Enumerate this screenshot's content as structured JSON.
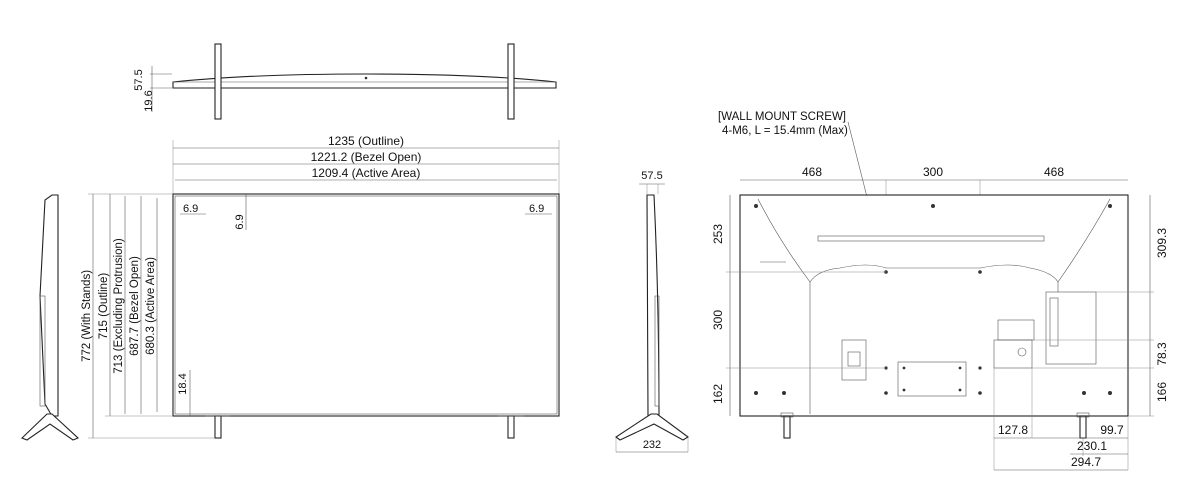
{
  "colors": {
    "line": "#222222",
    "dimension": "#5a5a5a",
    "background": "#ffffff"
  },
  "top_view": {
    "depth": "57.5",
    "panel": "19.6"
  },
  "front_view": {
    "width_outline": "1235 (Outline)",
    "width_bezel": "1221.2 (Bezel Open)",
    "width_active": "1209.4 (Active Area)",
    "bezel_left": "6.9",
    "bezel_top": "6.9",
    "bezel_right": "6.9",
    "bezel_bottom": "18.4",
    "height_stands": "772 (With Stands)",
    "height_outline": "715 (Outline)",
    "height_excl": "713 (Excluding Protrusion)",
    "height_bezel": "687.7 (Bezel Open)",
    "height_active": "680.3 (Active Area)"
  },
  "side_view": {
    "depth": "57.5",
    "stand_depth": "232"
  },
  "rear_view": {
    "note_line1": "[WALL MOUNT SCREW]",
    "note_line2": "4-M6, L = 15.4mm (Max)",
    "top_left": "468",
    "top_mid": "300",
    "top_right": "468",
    "left_top": "253",
    "left_mid": "300",
    "left_bottom": "162",
    "right_top": "309.3",
    "right_mid": "78.3",
    "right_bottom": "166",
    "bottom_a": "127.8",
    "bottom_b": "99.7",
    "bottom_c": "230.1",
    "bottom_d": "294.7"
  }
}
